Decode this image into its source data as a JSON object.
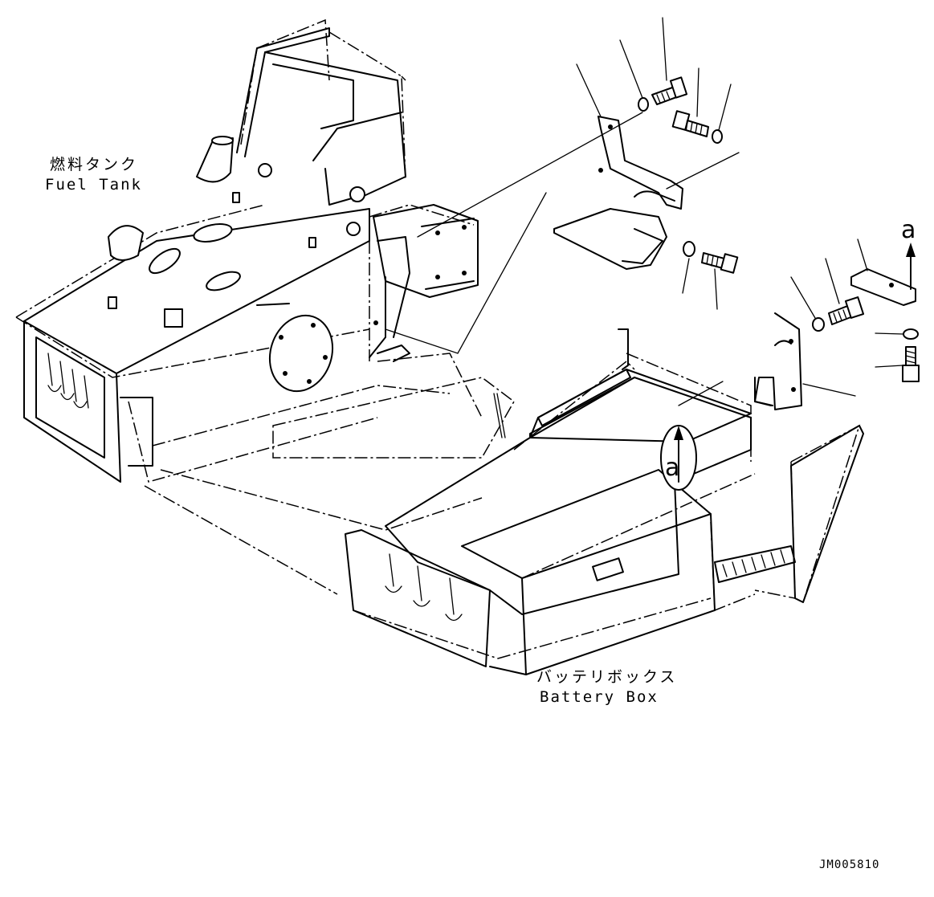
{
  "labels": {
    "fuel_tank_jp": "燃料タンク",
    "fuel_tank_en": "Fuel Tank",
    "battery_box_jp": "バッテリボックス",
    "battery_box_en": "Battery Box",
    "callout_a_top": "a",
    "callout_a_body": "a"
  },
  "drawing_code": "JM005810"
}
